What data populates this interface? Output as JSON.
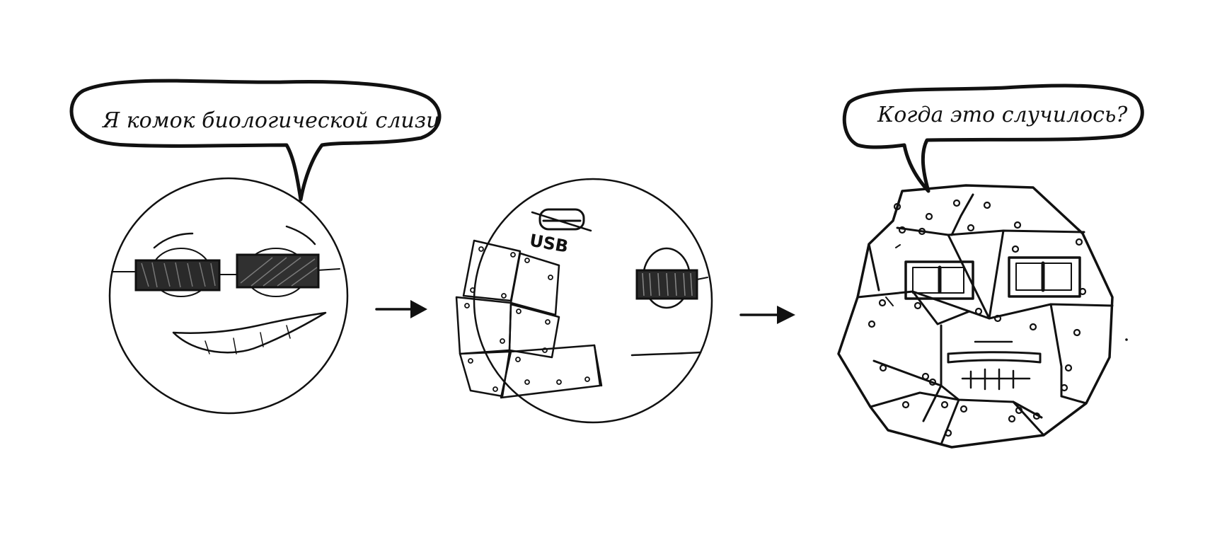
{
  "panels": [
    {
      "speech": "Я комок биологической слизи"
    },
    {
      "label": "USB"
    },
    {
      "speech": "Когда это случилось?"
    }
  ],
  "colors": {
    "ink": "#111111",
    "paper": "#ffffff"
  }
}
